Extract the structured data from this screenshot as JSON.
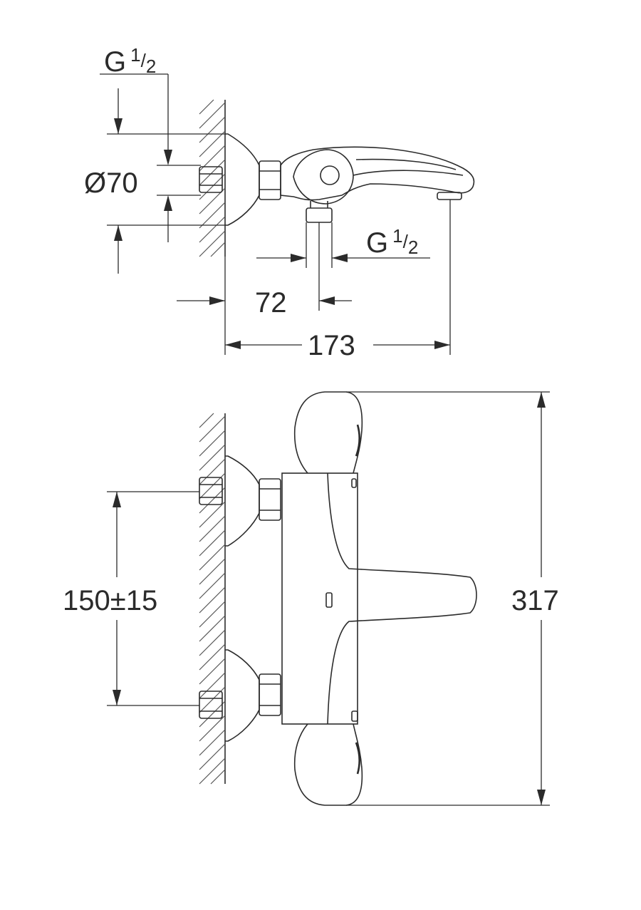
{
  "labels": {
    "inlet_thread_top": {
      "base": "G",
      "sup": "1",
      "slash": "/",
      "sub": "2"
    },
    "outlet_thread": {
      "base": "G",
      "sup": "1",
      "slash": "/",
      "sub": "2"
    },
    "diameter": "Ø70",
    "spout_offset": "72",
    "projection": "173",
    "centres": "150±15",
    "height": "317"
  }
}
